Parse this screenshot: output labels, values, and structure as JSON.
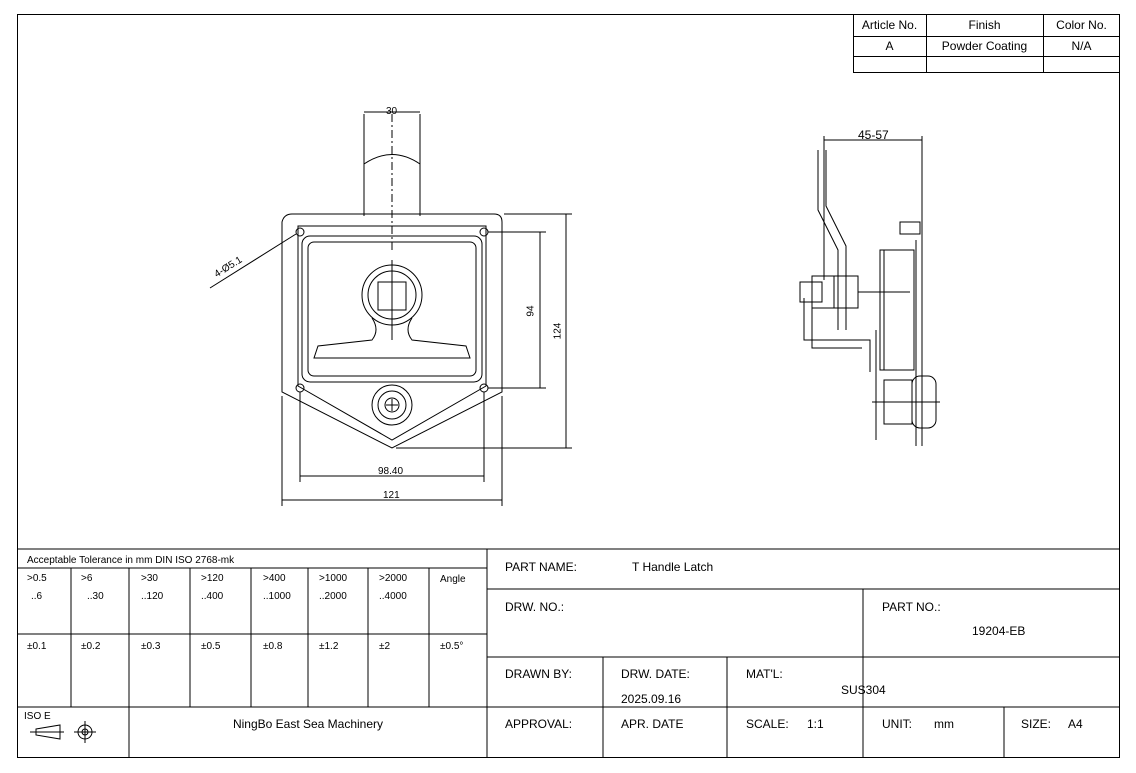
{
  "article_table": {
    "headers": [
      "Article No.",
      "Finish",
      "Color No."
    ],
    "row": [
      "A",
      "Powder Coating",
      "N/A"
    ]
  },
  "front_view": {
    "dim_top": "30",
    "dim_holes": "4-Ø5.1",
    "dim_inner_height": "94",
    "dim_outer_height": "124",
    "dim_hole_spacing": "98.40",
    "dim_width": "121"
  },
  "side_view": {
    "dim_depth": "45-57"
  },
  "tolerance": {
    "title": "Acceptable Tolerance in mm DIN ISO 2768-mk",
    "ranges": [
      {
        "from": ">0.5",
        "to": "..6",
        "tol": "±0.1"
      },
      {
        "from": ">6",
        "to": "..30",
        "tol": "±0.2"
      },
      {
        "from": ">30",
        "to": "..120",
        "tol": "±0.3"
      },
      {
        "from": ">120",
        "to": "..400",
        "tol": "±0.5"
      },
      {
        "from": ">400",
        "to": "..1000",
        "tol": "±0.8"
      },
      {
        "from": ">1000",
        "to": "..2000",
        "tol": "±1.2"
      },
      {
        "from": ">2000",
        "to": "..4000",
        "tol": "±2"
      },
      {
        "from": "Angle",
        "to": "",
        "tol": "±0.5°"
      }
    ],
    "projection_label": "ISO E",
    "company": "NingBo East Sea Machinery"
  },
  "title_block": {
    "part_name_label": "PART NAME:",
    "part_name": "T Handle Latch",
    "drw_no_label": "DRW. NO.:",
    "part_no_label": "PART NO.:",
    "part_no": "19204-EB",
    "drawn_by_label": "DRAWN BY:",
    "drw_date_label": "DRW. DATE:",
    "drw_date": "2025.09.16",
    "material_label": "MAT'L:",
    "material": "SUS304",
    "approval_label": "APPROVAL:",
    "apr_date_label": "APR. DATE",
    "scale_label": "SCALE:",
    "scale": "1:1",
    "unit_label": "UNIT:",
    "unit": "mm",
    "size_label": "SIZE:",
    "size": "A4"
  }
}
